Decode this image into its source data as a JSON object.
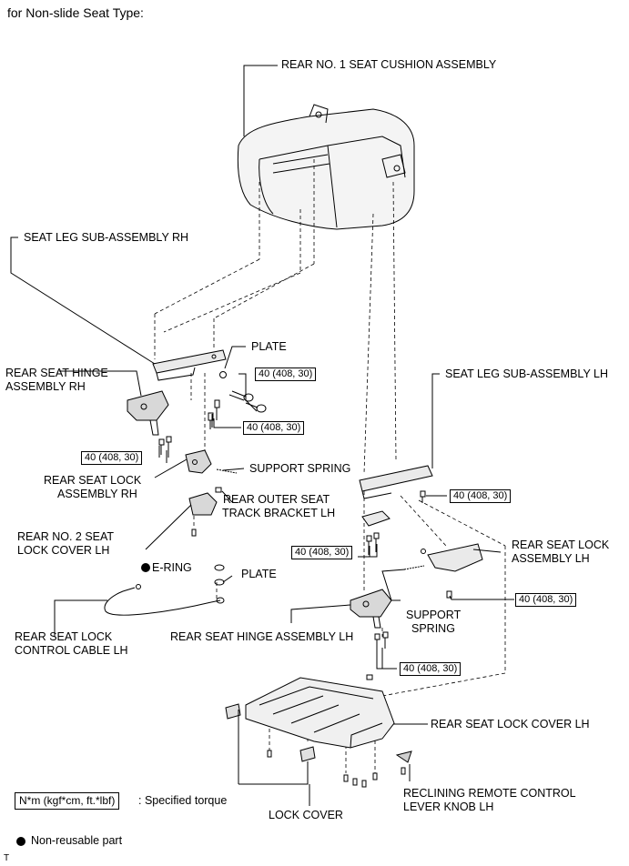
{
  "heading": "for Non-slide Seat Type:",
  "labels": {
    "cushion": "REAR NO. 1 SEAT CUSHION ASSEMBLY",
    "leg_rh": "SEAT LEG SUB-ASSEMBLY RH",
    "plate_upper": "PLATE",
    "hinge_rh_1": "REAR SEAT HINGE",
    "hinge_rh_2": "ASSEMBLY RH",
    "leg_lh": "SEAT LEG SUB-ASSEMBLY LH",
    "support_spring_rh": "SUPPORT SPRING",
    "lock_rh_1": "REAR SEAT LOCK",
    "lock_rh_2": "ASSEMBLY RH",
    "bracket_1": "REAR OUTER SEAT",
    "bracket_2": "TRACK BRACKET LH",
    "lock_cover2_1": "REAR NO. 2 SEAT",
    "lock_cover2_2": "LOCK COVER LH",
    "lock_lh_1": "REAR SEAT LOCK",
    "lock_lh_2": "ASSEMBLY LH",
    "ering": "E-RING",
    "plate_lower": "PLATE",
    "support_spring_lh_1": "SUPPORT",
    "support_spring_lh_2": "SPRING",
    "cable_1": "REAR SEAT LOCK",
    "cable_2": "CONTROL CABLE LH",
    "hinge_lh": "REAR SEAT HINGE ASSEMBLY LH",
    "lock_cover_lh": "REAR SEAT LOCK COVER LH",
    "knob_1": "RECLINING REMOTE CONTROL",
    "knob_2": "LEVER KNOB LH",
    "lock_cover": "LOCK COVER"
  },
  "torque_value": "40 (408, 30)",
  "legend": {
    "torque_unit": "N*m (kgf*cm, ft.*lbf)",
    "torque_desc": ": Specified torque",
    "non_reusable": "Non-reusable part"
  },
  "corner_mark": "T"
}
